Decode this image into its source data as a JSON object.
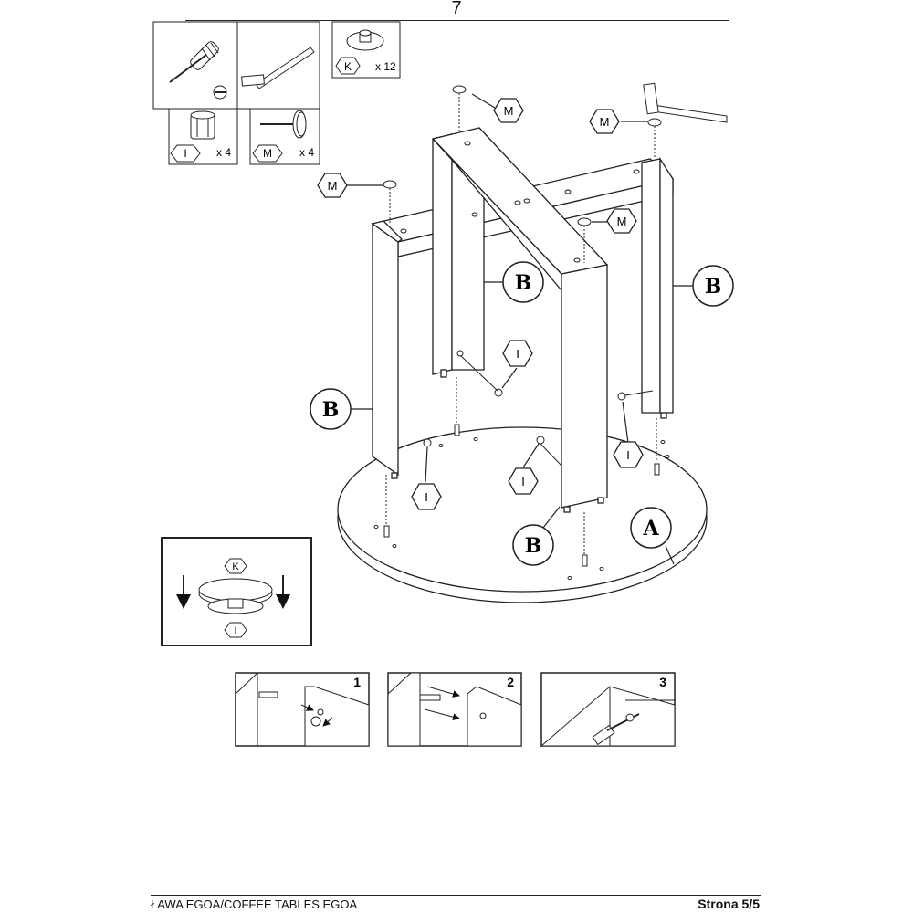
{
  "page": {
    "number": "7"
  },
  "tools": {
    "screwdriver_icon": "phillips-screwdriver-icon",
    "hammer_icon": "hammer-icon",
    "flat_head_icon": "flat-head-slot-icon"
  },
  "parts_legend": {
    "k": {
      "code": "K",
      "qty": "x 12"
    },
    "i": {
      "code": "I",
      "qty": "x 4"
    },
    "m": {
      "code": "M",
      "qty": "x 4"
    }
  },
  "callouts": {
    "a": "A",
    "b": "B",
    "i": "I",
    "m": "M",
    "k": "K"
  },
  "steps": [
    {
      "number": "1"
    },
    {
      "number": "2"
    },
    {
      "number": "3"
    }
  ],
  "footer": {
    "title": "ŁAWA EGOA/COFFEE TABLES EGOA",
    "page": "Strona 5/5"
  }
}
